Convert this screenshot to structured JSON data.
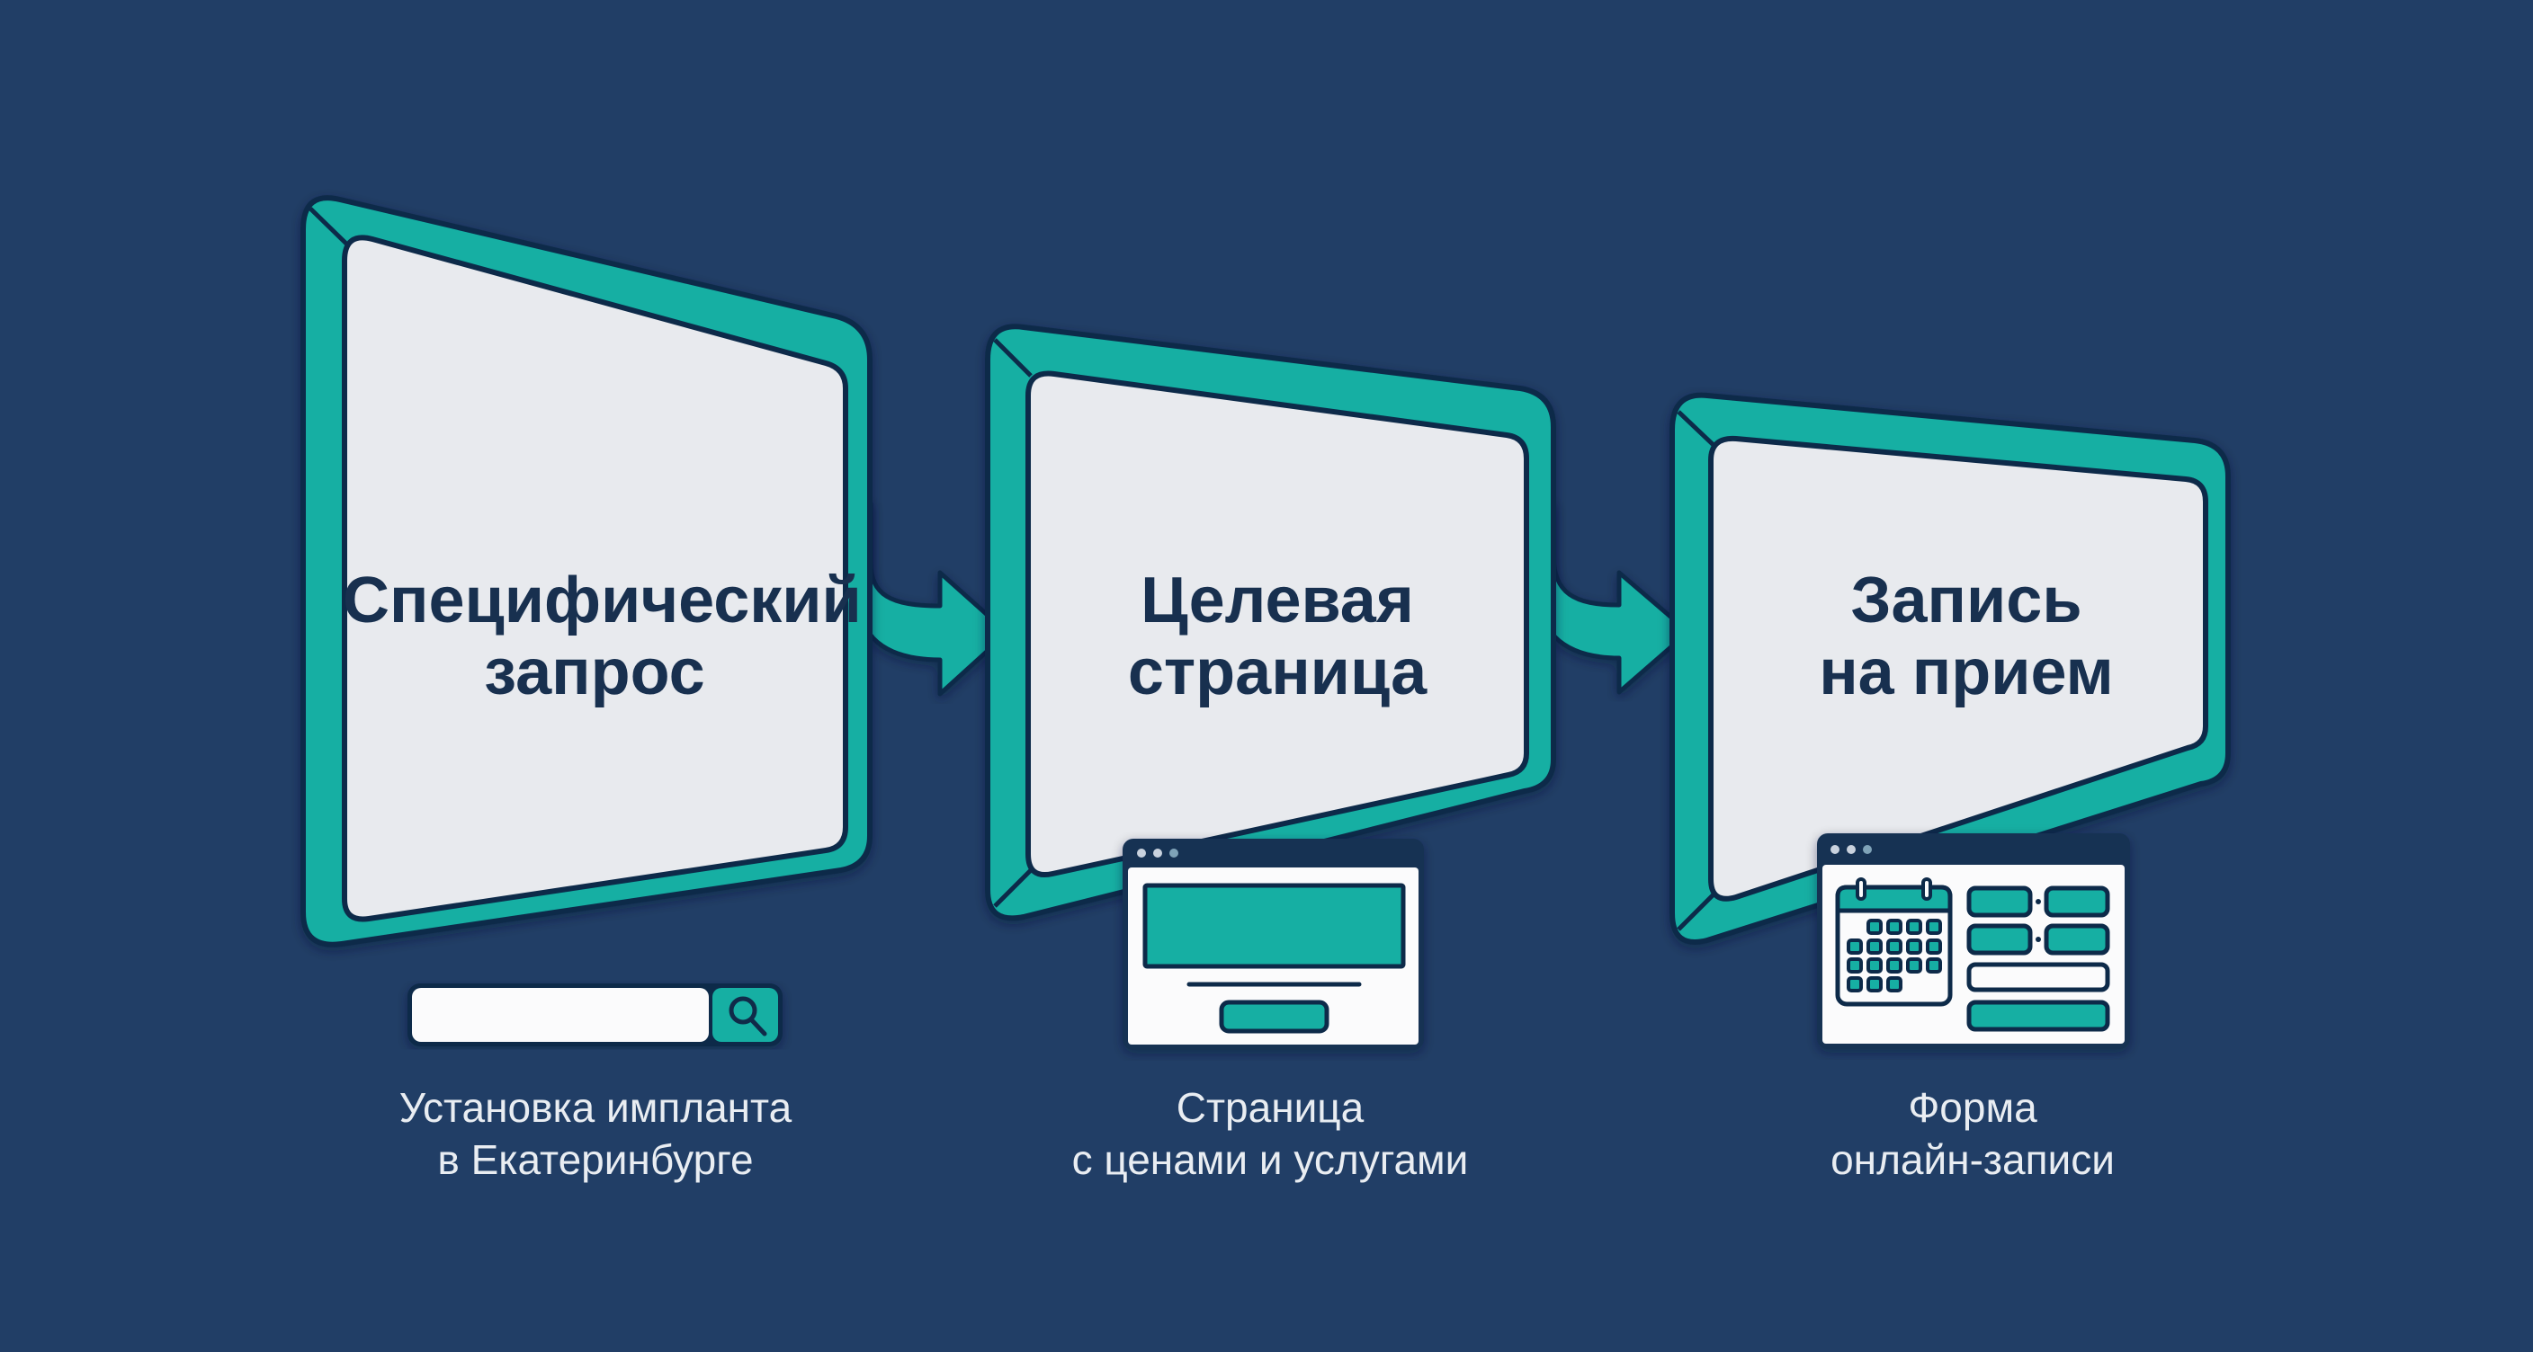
{
  "diagram": {
    "type": "funnel-flow",
    "colors": {
      "background": "#213E66",
      "accent_teal": "#12AFA3",
      "outline_navy": "#102B49",
      "panel_fill": "#E8EAEE",
      "title_text": "#18304F",
      "caption_text": "#E9EDF2",
      "window_bar": "#163152",
      "window_fill": "#FBFBFC"
    },
    "stages": [
      {
        "id": "stage-1",
        "title_lines": [
          "Специфический",
          "запрос"
        ],
        "icon": "search-bar-icon",
        "caption_lines": [
          "Установка импланта",
          "в Екатеринбурге"
        ]
      },
      {
        "id": "stage-2",
        "title_lines": [
          "Целевая",
          "страница"
        ],
        "icon": "landing-page-window-icon",
        "caption_lines": [
          "Страница",
          "с ценами и услугами"
        ]
      },
      {
        "id": "stage-3",
        "title_lines": [
          "Запись",
          "на прием"
        ],
        "icon": "booking-form-window-icon",
        "caption_lines": [
          "Форма",
          "онлайн-записи"
        ]
      }
    ],
    "connectors": [
      {
        "from": "stage-1",
        "to": "stage-2",
        "icon": "curved-arrow-right-icon"
      },
      {
        "from": "stage-2",
        "to": "stage-3",
        "icon": "curved-arrow-right-icon"
      }
    ]
  }
}
